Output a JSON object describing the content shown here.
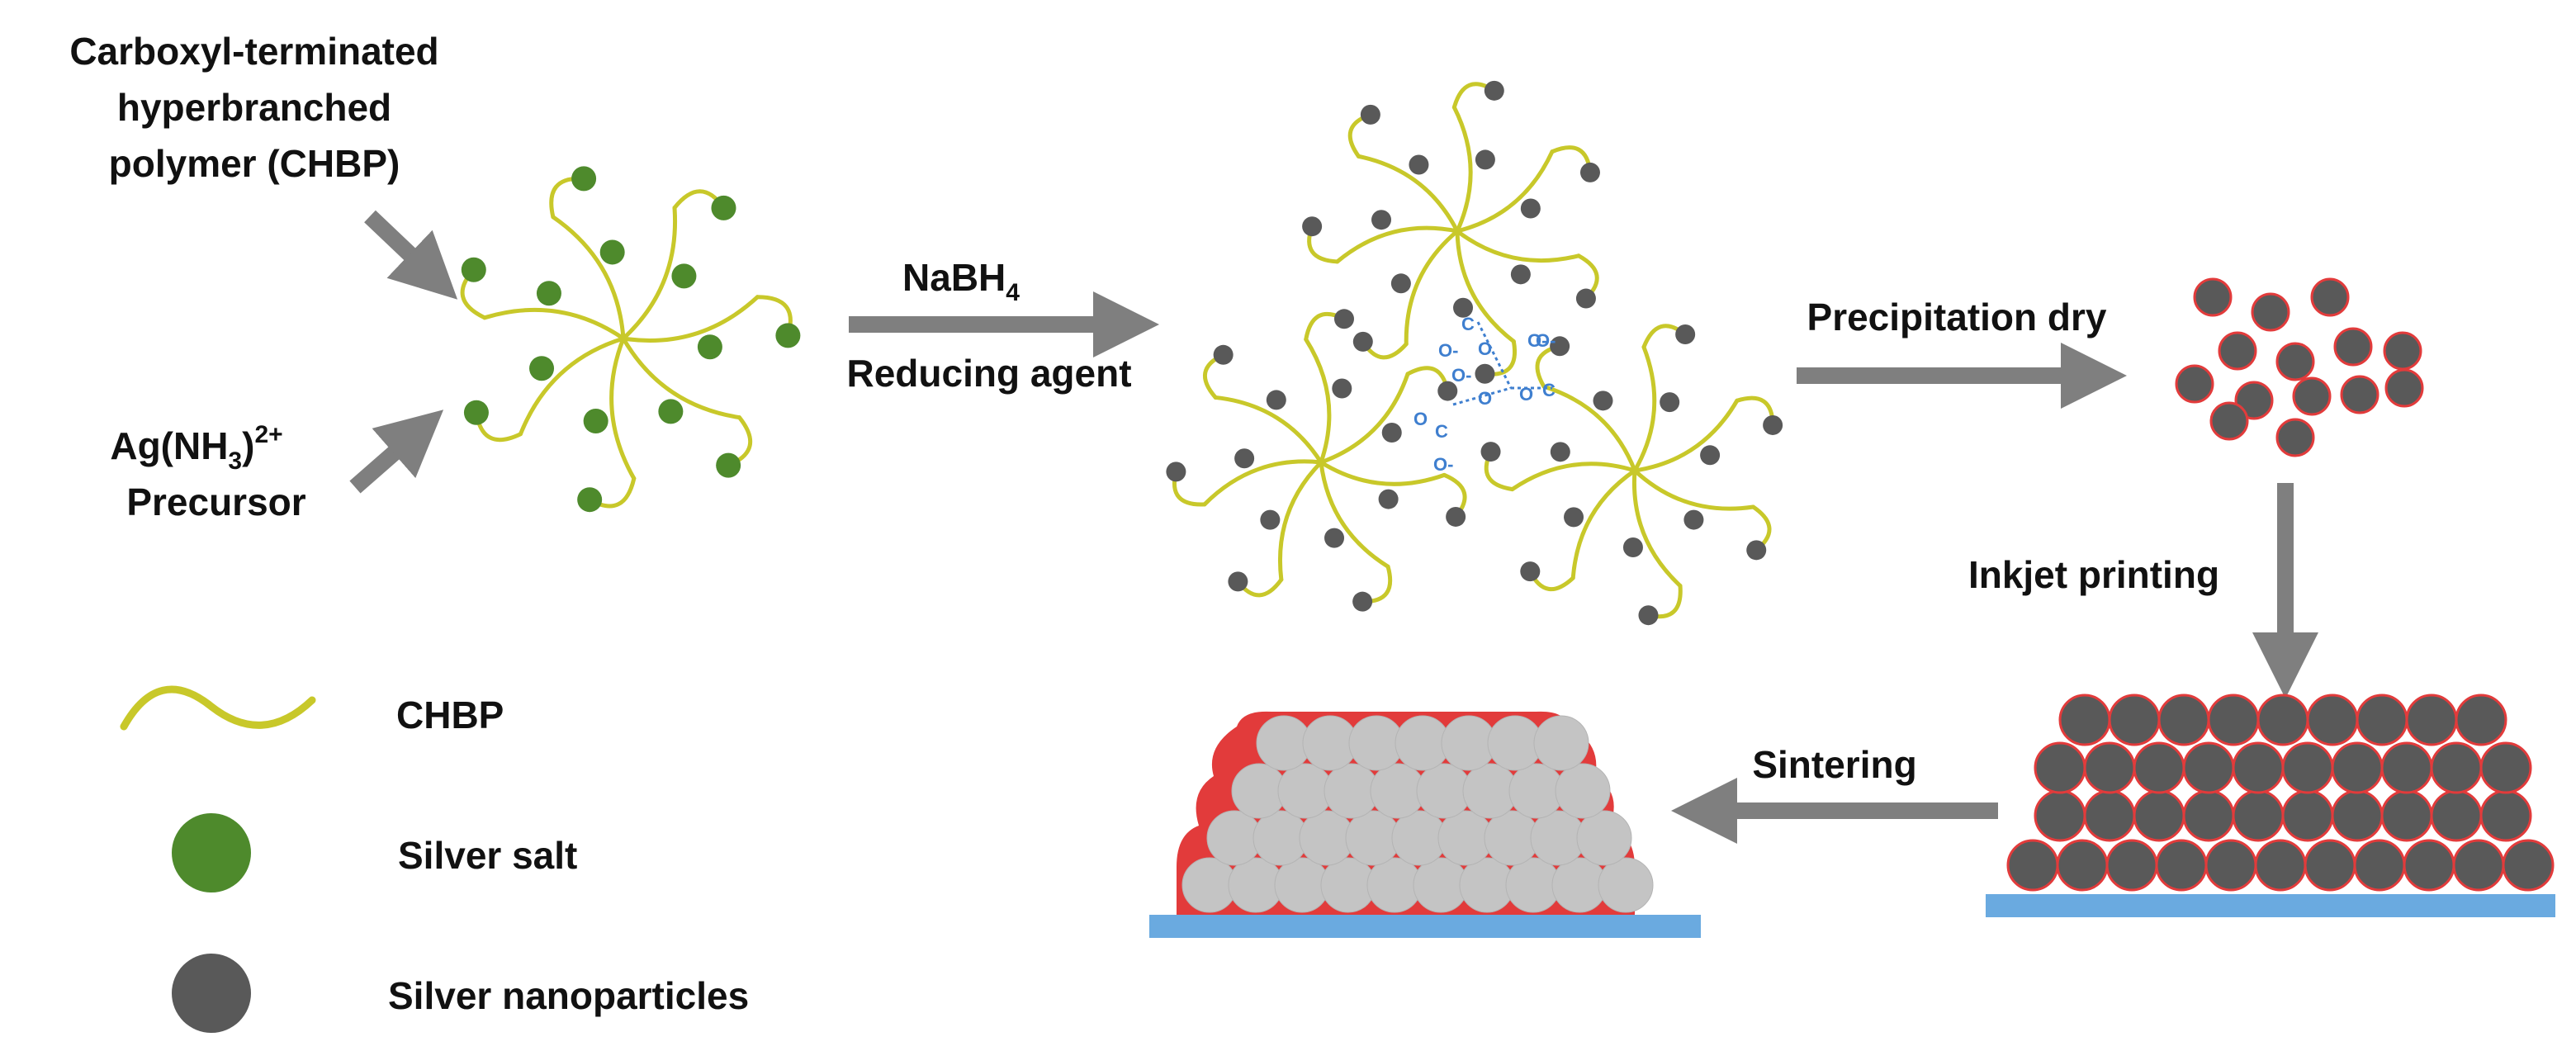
{
  "title_lines": [
    "Carboxyl-terminated",
    "hyperbranched",
    "polymer  (CHBP)"
  ],
  "precursor": {
    "formula_main": "Ag(NH",
    "formula_sub": "3",
    "formula_close": ")",
    "formula_sup": "2+",
    "label": "Precursor"
  },
  "steps": {
    "reduction": {
      "reagent_main": "NaBH",
      "reagent_sub": "4",
      "label": "Reducing agent"
    },
    "precipitation": "Precipitation dry",
    "inkjet": "Inkjet printing",
    "sintering": "Sintering"
  },
  "legend": [
    {
      "label": "CHBP",
      "icon": "yellow-wave-icon"
    },
    {
      "label": "Silver salt",
      "icon": "green-dot-icon"
    },
    {
      "label": "Silver nanoparticles",
      "icon": "gray-dot-icon"
    }
  ],
  "carboxyl": {
    "c": "C",
    "o": "O",
    "o_minus": "O-"
  },
  "colors": {
    "chbp": "#c8c82a",
    "silver_salt": "#4e8a2c",
    "nanoparticle": "#595959",
    "particle_outline": "#e23b3b",
    "sintered": "#c4c4c4",
    "substrate": "#6aaae0",
    "arrow": "#7f7f7f",
    "carboxyl": "#3f7fcf"
  }
}
